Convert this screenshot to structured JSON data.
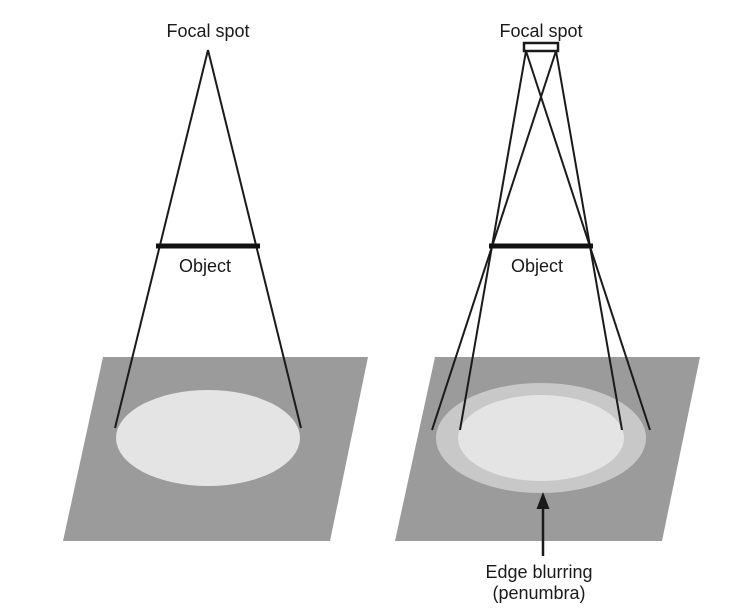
{
  "colors": {
    "receptor": "#9b9b9b",
    "umbra": "#e4e4e4",
    "penumbra": "#c8c8c8",
    "line": "#1a1a1a"
  },
  "left_panel": {
    "focal_spot_label": "Focal spot",
    "object_label": "Object"
  },
  "right_panel": {
    "focal_spot_label": "Focal spot",
    "object_label": "Object",
    "edge_blurring_line1": "Edge blurring",
    "edge_blurring_line2": "(penumbra)"
  }
}
